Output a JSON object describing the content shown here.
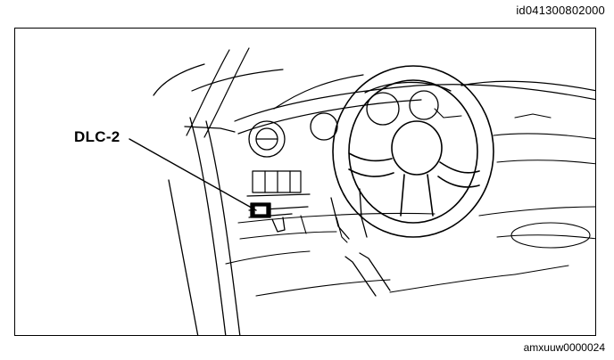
{
  "header": {
    "document_id": "id041300802000"
  },
  "figure": {
    "callout_label": "DLC-2",
    "illustration_code": "amxuuw0000024"
  }
}
